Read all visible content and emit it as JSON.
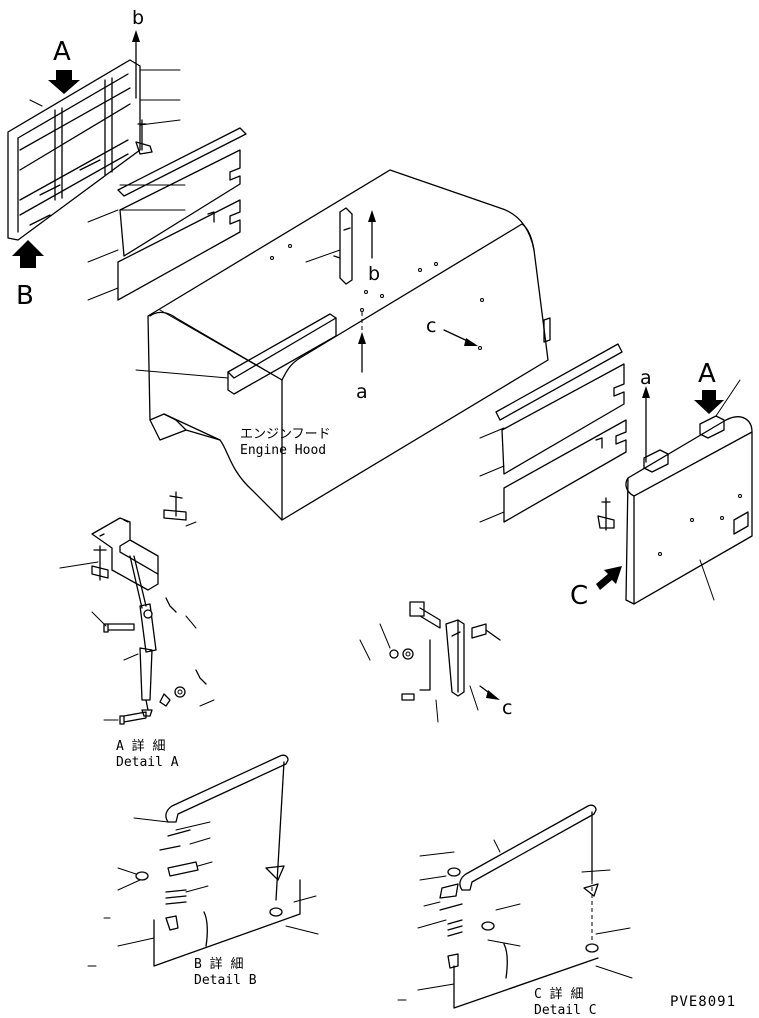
{
  "figure": {
    "engine_hood": {
      "label_jp": "エンジンフード",
      "label_en": "Engine Hood"
    },
    "view_markers": {
      "a_upper": "A",
      "b_upper": "B",
      "c_upper": "C"
    },
    "connection_markers": {
      "a_lower": "a",
      "b_lower": "b",
      "c_lower": "c"
    },
    "details": [
      {
        "jp": "A 詳 細",
        "en": "Detail A"
      },
      {
        "jp": "B 詳 細",
        "en": "Detail B"
      },
      {
        "jp": "C 詳 細",
        "en": "Detail C"
      }
    ],
    "drawing_code": "PVE8091"
  }
}
